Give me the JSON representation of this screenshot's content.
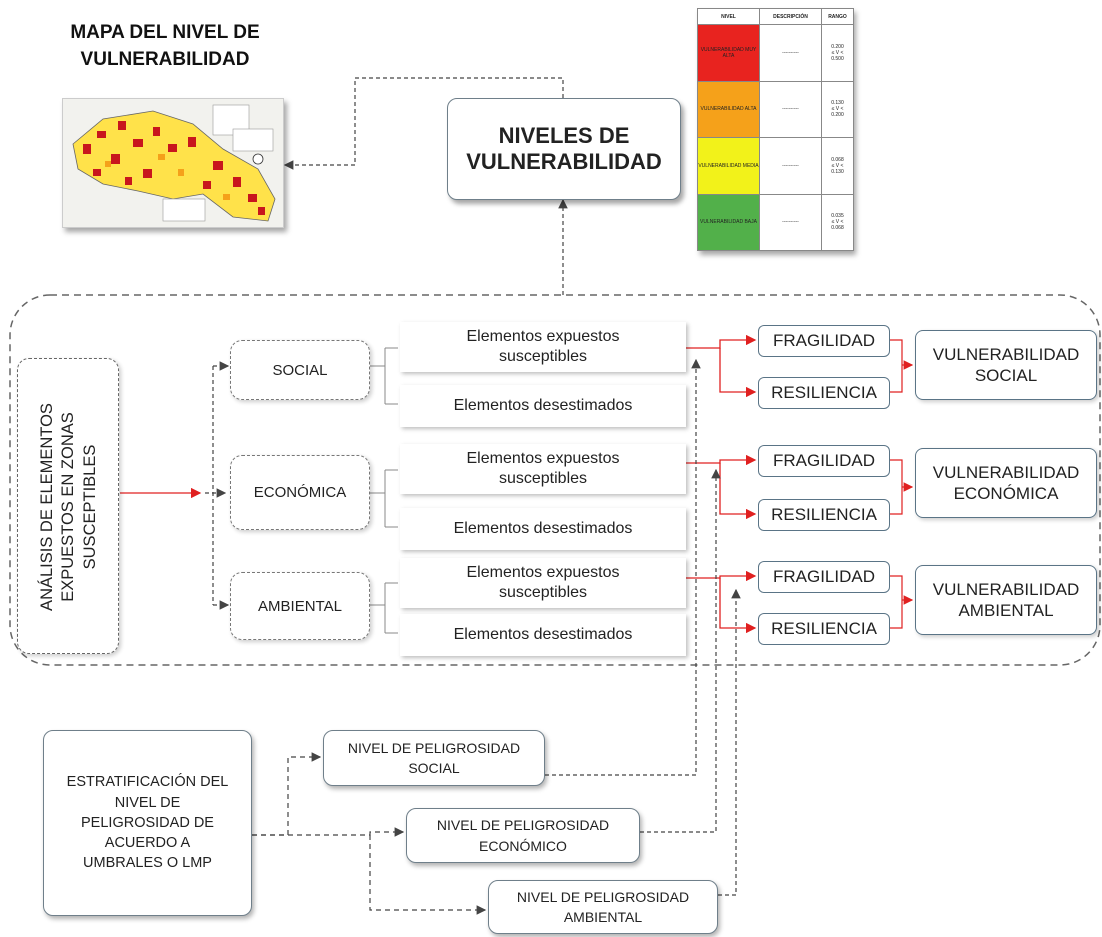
{
  "map": {
    "title_line1": "MAPA DEL NIVEL DE",
    "title_line2": "VULNERABILIDAD"
  },
  "niveles": {
    "line1": "NIVELES DE",
    "line2": "VULNERABILIDAD"
  },
  "legend_table": {
    "headers": [
      "NIVEL",
      "DESCRIPCIÓN",
      "RANGO"
    ],
    "rows": [
      {
        "level": "VULNERABILIDAD MUY ALTA",
        "color": "#e8231f",
        "range": [
          "0.200",
          "≤ V <",
          "0.500"
        ]
      },
      {
        "level": "VULNERABILIDAD ALTA",
        "color": "#f5a11a",
        "range": [
          "0.130",
          "≤ V <",
          "0.200"
        ]
      },
      {
        "level": "VULNERABILIDAD MEDIA",
        "color": "#f2f21a",
        "range": [
          "0.068",
          "≤ V <",
          "0.130"
        ]
      },
      {
        "level": "VULNERABILIDAD BAJA",
        "color": "#52b04a",
        "range": [
          "0.035",
          "≤ V <",
          "0.068"
        ]
      }
    ],
    "description_placeholder": "----------"
  },
  "analysis_label": {
    "line1": "ANÁLISIS DE ELEMENTOS",
    "line2": "EXPUESTOS EN ZONAS",
    "line3": "SUSCEPTIBLES"
  },
  "dimensions": [
    "SOCIAL",
    "ECONÓMICA",
    "AMBIENTAL"
  ],
  "elements": {
    "exposed_line1": "Elementos expuestos",
    "exposed_line2": "susceptibles",
    "dismissed": "Elementos desestimados"
  },
  "factors": {
    "fragility": "FRAGILIDAD",
    "resilience": "RESILIENCIA"
  },
  "vulnerabilities": [
    {
      "line1": "VULNERABILIDAD",
      "line2": "SOCIAL"
    },
    {
      "line1": "VULNERABILIDAD",
      "line2": "ECONÓMICA"
    },
    {
      "line1": "VULNERABILIDAD",
      "line2": "AMBIENTAL"
    }
  ],
  "stratification": {
    "lines": [
      "ESTRATIFICACIÓN DEL",
      "NIVEL DE",
      "PELIGROSIDAD DE",
      "ACUERDO A",
      "UMBRALES O LMP"
    ]
  },
  "peligrosidad": [
    {
      "line1": "NIVEL DE PELIGROSIDAD",
      "line2": "SOCIAL"
    },
    {
      "line1": "NIVEL DE PELIGROSIDAD",
      "line2": "ECONÓMICO"
    },
    {
      "line1": "NIVEL DE PELIGROSIDAD",
      "line2": "AMBIENTAL"
    }
  ],
  "colors": {
    "arrow_red": "#e02020",
    "connector_gray": "#555555"
  }
}
